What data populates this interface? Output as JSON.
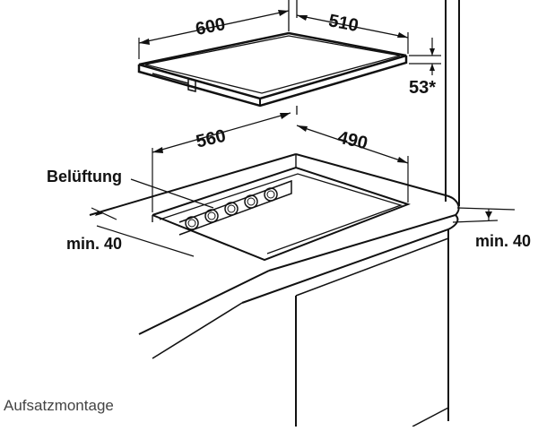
{
  "diagram": {
    "hob_width": "600",
    "hob_depth": "510",
    "hob_height": "53*",
    "cutout_width": "560",
    "cutout_depth": "490",
    "ventilation_label": "Belüftung",
    "min_left": "min. 40",
    "min_right": "min. 40",
    "caption": "Aufsatzmontage"
  }
}
